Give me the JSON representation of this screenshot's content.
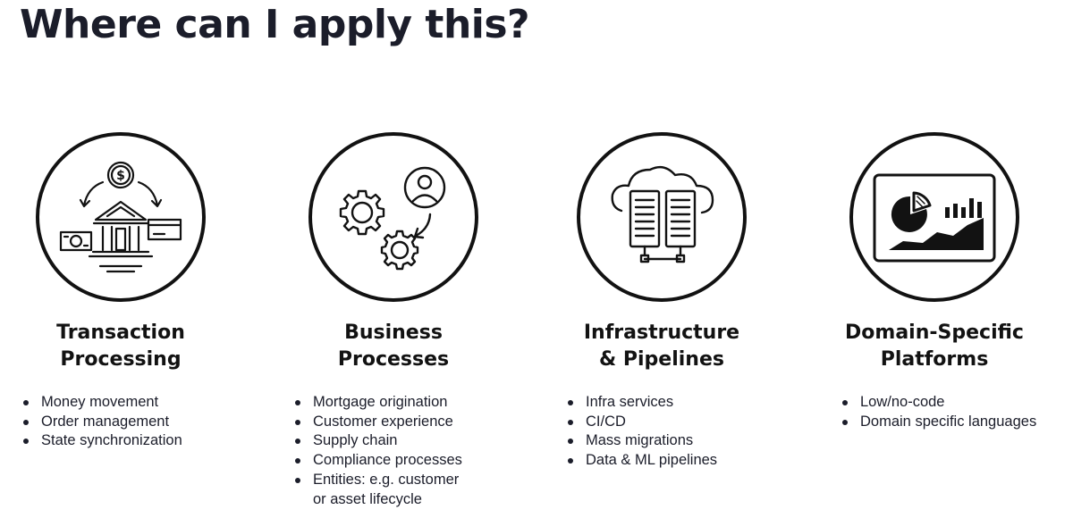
{
  "slide": {
    "title": "Where can I apply this?"
  },
  "columns": [
    {
      "heading_line1": "Transaction",
      "heading_line2": "Processing",
      "icon": "bank-transaction-icon",
      "bullets": [
        "Money movement",
        "Order management",
        "State synchronization"
      ]
    },
    {
      "heading_line1": "Business",
      "heading_line2": "Processes",
      "icon": "gears-user-icon",
      "bullets": [
        "Mortgage origination",
        "Customer experience",
        "Supply chain",
        "Compliance processes"
      ],
      "bullet_wrapped_line1": "Entities: e.g. customer",
      "bullet_wrapped_line2": "or asset lifecycle"
    },
    {
      "heading_line1": "Infrastructure",
      "heading_line2": "& Pipelines",
      "icon": "cloud-servers-icon",
      "bullets": [
        "Infra services",
        "CI/CD",
        "Mass migrations",
        "Data & ML pipelines"
      ]
    },
    {
      "heading_line1": "Domain-Specific",
      "heading_line2": "Platforms",
      "icon": "dashboard-charts-icon",
      "bullets": [
        "Low/no-code",
        "Domain specific languages"
      ]
    }
  ]
}
